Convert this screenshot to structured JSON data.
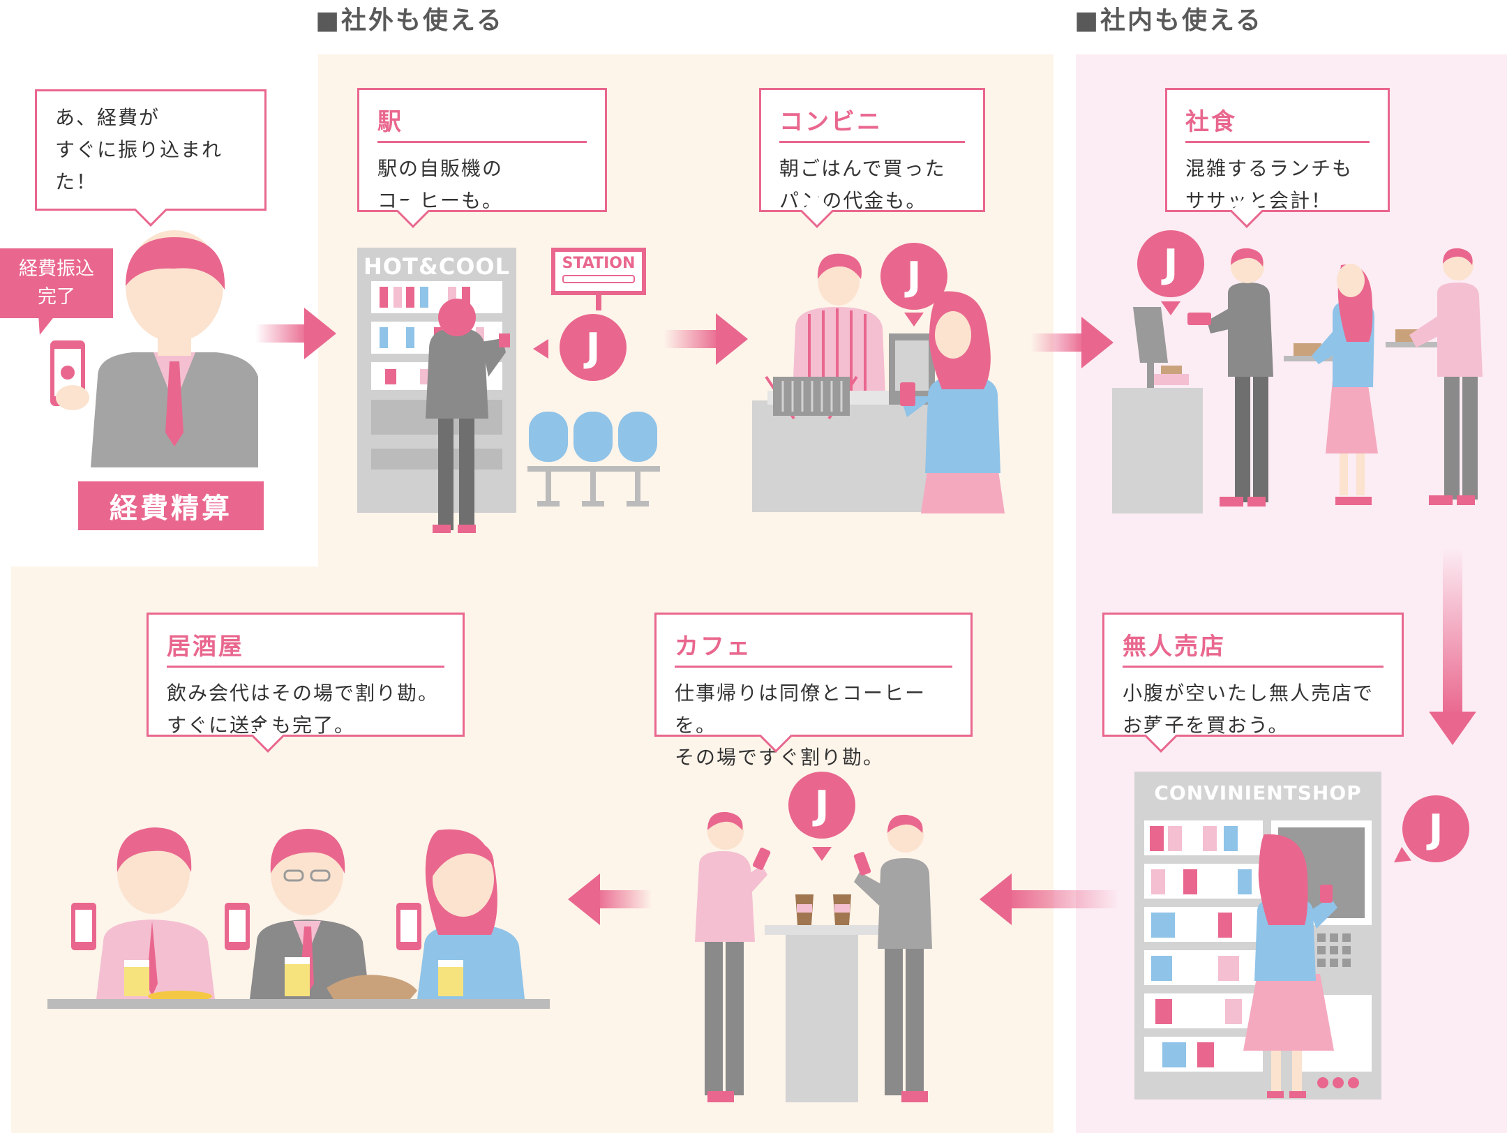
{
  "sections": {
    "outside": "■社外も使える",
    "inside": "■社内も使える"
  },
  "expense": {
    "bubble_text": "あ、経費が\nすぐに振り込まれた！",
    "notice": "経費振込\n完了",
    "label": "経費精算"
  },
  "scenes": {
    "station": {
      "title": "駅",
      "text": "駅の自販機の\nコーヒーも。",
      "machine_sign": "HOT&COOL",
      "station_sign": "STATION"
    },
    "convenience": {
      "title": "コンビニ",
      "text": "朝ごはんで買った\nパンの代金も。"
    },
    "cafeteria": {
      "title": "社食",
      "text": "混雑するランチも\nササッと会計！"
    },
    "unmanned": {
      "title": "無人売店",
      "text": "小腹が空いたし無人売店で\nお菓子を買おう。",
      "shop_sign": "CONVINIENTSHOP"
    },
    "cafe": {
      "title": "カフェ",
      "text": "仕事帰りは同僚とコーヒーを。\nその場ですぐ割り勘。"
    },
    "izakaya": {
      "title": "居酒屋",
      "text": "飲み会代はその場で割り勘。\nすぐに送金も完了。"
    }
  },
  "pay_mark": "J",
  "colors": {
    "accent": "#e9678e",
    "outside_bg": "#fdf4ea",
    "inside_bg": "#fcecf3",
    "gray": "#a4a4a4",
    "blue": "#8fc3e8"
  },
  "icons": [
    "smartphone-icon",
    "payment-j-icon",
    "arrow-right-icon",
    "arrow-down-icon",
    "arrow-left-icon"
  ]
}
